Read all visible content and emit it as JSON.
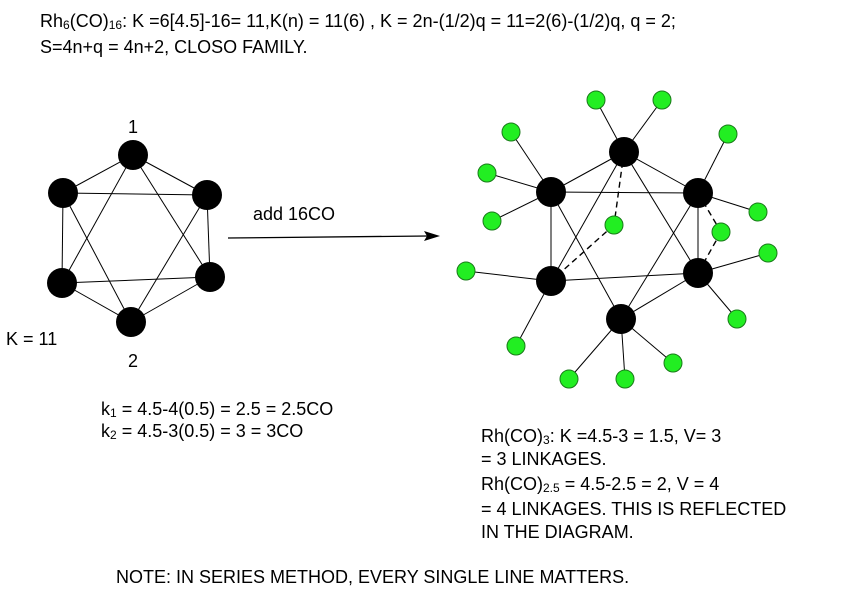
{
  "header": {
    "line1": {
      "formula_rh": "Rh",
      "formula_rh_sub": "6",
      "formula_co": "(CO)",
      "formula_co_sub": "16",
      "rest": ": K =6[4.5]-16= 11,K(n) = 11(6) , K = 2n-(1/2)q = 11=2(6)-(1/2)q, q = 2;"
    },
    "line2": "S=4n+q = 4n+2, CLOSO FAMILY."
  },
  "left_diagram": {
    "label_top": "1",
    "label_bottom": "2",
    "k_label": "K = 11"
  },
  "arrow": {
    "label": "add 16CO"
  },
  "k_values": {
    "k1_letter": "k",
    "k1_sub": "1",
    "k1_rest": " = 4.5-4(0.5) = 2.5 = 2.5CO",
    "k2_letter": "k",
    "k2_sub": "2",
    "k2_rest": " = 4.5-3(0.5) = 3 = 3CO"
  },
  "explanation": {
    "line1_a": "Rh(CO)",
    "line1_sub": "3",
    "line1_b": ": K =4.5-3 = 1.5, V= 3",
    "line2": "= 3 LINKAGES.",
    "line3_a": "Rh(CO)",
    "line3_sub": "2.5",
    "line3_b": " = 4.5-2.5 = 2, V = 4",
    "line4": "= 4 LINKAGES. THIS IS REFLECTED",
    "line5": "IN THE DIAGRAM."
  },
  "note": "NOTE: IN SERIES METHOD, EVERY SINGLE LINE MATTERS.",
  "colors": {
    "rh_atom": "#000000",
    "co_ligand": "#22ee22",
    "co_outline": "#1a7a1a",
    "line": "#000000"
  }
}
